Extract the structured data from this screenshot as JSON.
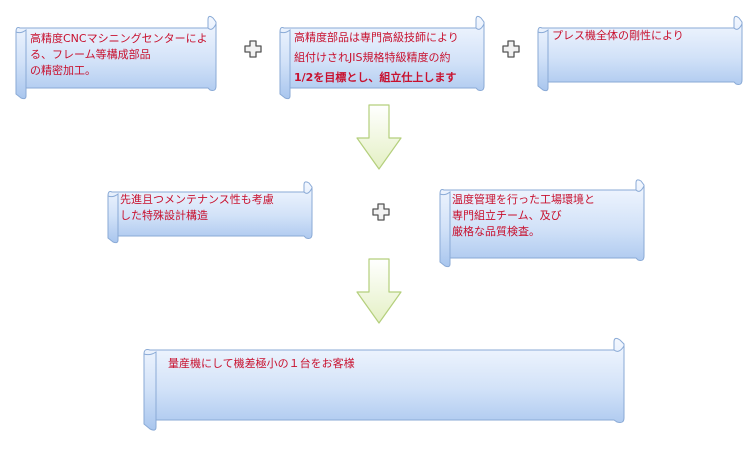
{
  "colors": {
    "scroll_fill_top": "#f4f8ff",
    "scroll_fill_bottom": "#a9c6ee",
    "scroll_stroke": "#8aaad6",
    "text": "#c8102e",
    "arrow_fill": "#eef6d6",
    "arrow_stroke": "#b4cf7c",
    "plus_fill": "#f2f2f2",
    "plus_stroke": "#555555"
  },
  "boxes": [
    {
      "lines": [
        "高精度CNCマシニングセンターによ",
        "る、フレーム等構成部品",
        "の精密加工。"
      ]
    },
    {
      "lines": [
        "高精度部品は専門高級技師により",
        "組付けされJIS規格特級精度の約",
        "1/2を目標とし、組立仕上します"
      ]
    },
    {
      "lines": [
        "プレス機全体の剛性により"
      ]
    },
    {
      "lines": [
        "先進且つメンテナンス性も考慮",
        "した特殊設計構造"
      ]
    },
    {
      "lines": [
        "温度管理を行った工場環境と",
        "専門組立チーム、及び",
        "厳格な品質検査。"
      ]
    },
    {
      "lines": [
        "量産機にして機差極小の１台をお客様"
      ]
    }
  ],
  "icons": {
    "plus": "plus-icon",
    "arrow": "down-arrow-icon"
  }
}
